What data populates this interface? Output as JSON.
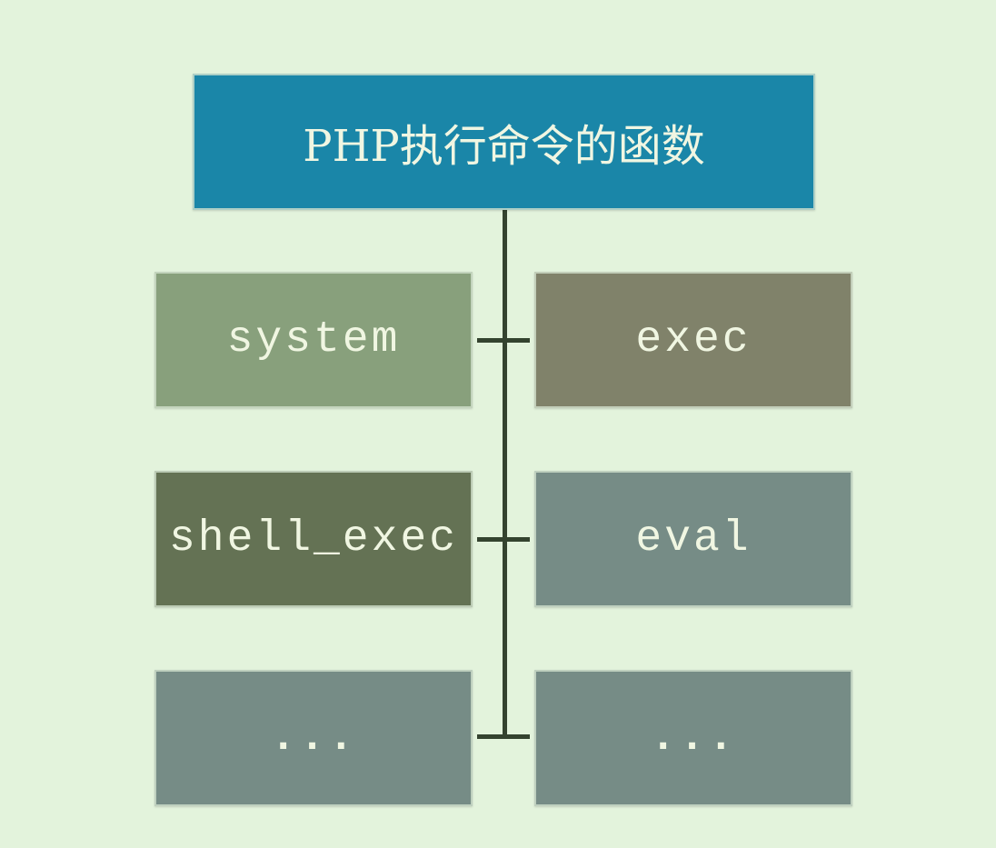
{
  "title": "PHP执行命令的函数",
  "items": {
    "system": "system",
    "exec": "exec",
    "shell_exec": "shell_exec",
    "eval": "eval",
    "more_left": "...",
    "more_right": "..."
  },
  "colors": {
    "background": "#e3f3dc",
    "title": "#1a86a8",
    "system": "#88a07c",
    "exec": "#80826a",
    "shell_exec": "#647254",
    "eval": "#768c86",
    "more": "#768c86",
    "connector": "#34432f"
  }
}
